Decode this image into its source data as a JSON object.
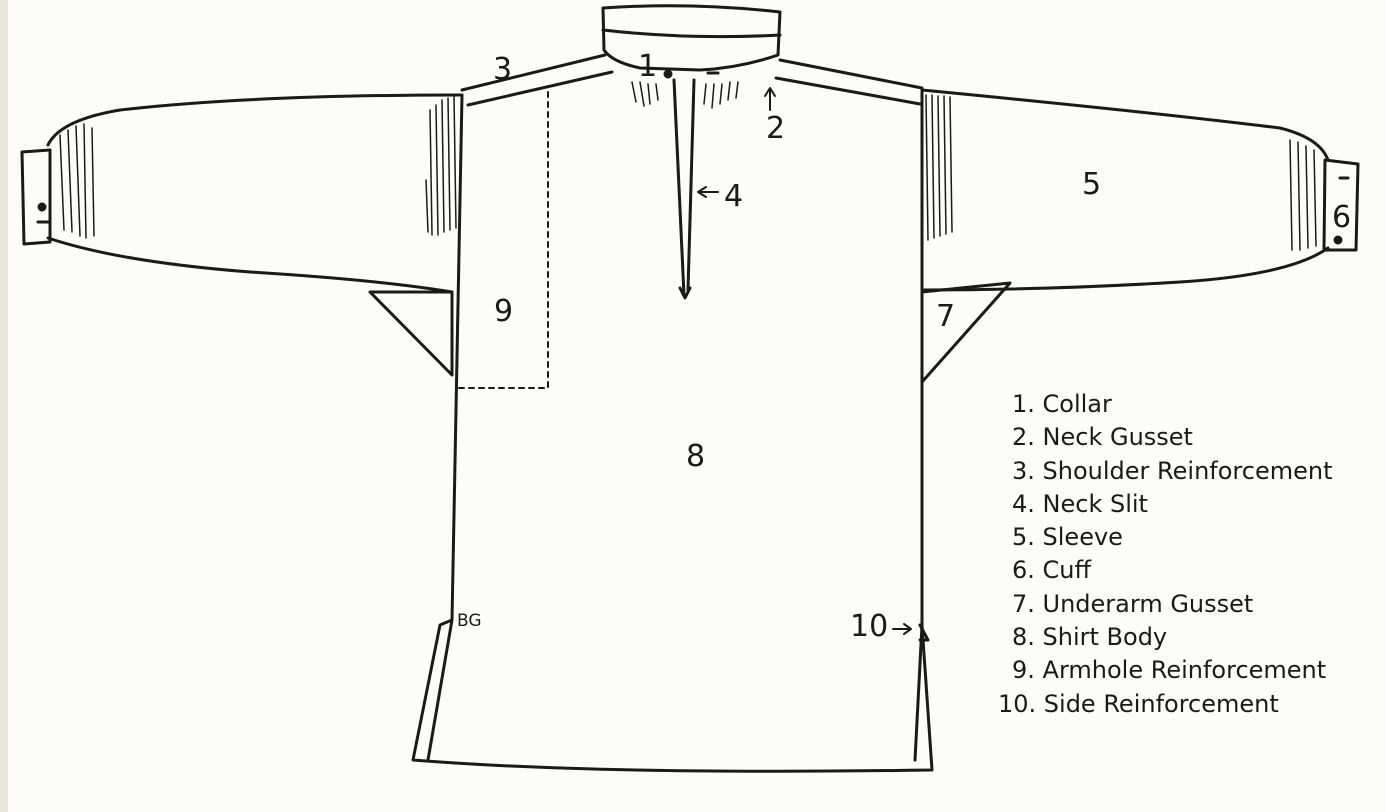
{
  "callouts": {
    "c1": "1",
    "c2": "2",
    "c3": "3",
    "c4": "4",
    "c5": "5",
    "c6": "6",
    "c7": "7",
    "c8": "8",
    "c9": "9",
    "c10": "10",
    "initials": "BG"
  },
  "legend": [
    "1. Collar",
    "2. Neck Gusset",
    "3. Shoulder Reinforcement",
    "4. Neck Slit",
    "5. Sleeve",
    "6. Cuff",
    "7. Underarm Gusset",
    "8. Shirt Body",
    "9. Armhole Reinforcement",
    "10. Side Reinforcement"
  ]
}
